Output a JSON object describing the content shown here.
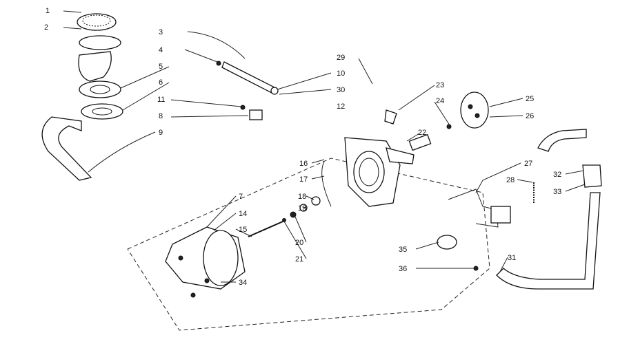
{
  "diagram": {
    "labels": [
      "1",
      "2",
      "3",
      "4",
      "5",
      "6",
      "11",
      "8",
      "9",
      "29",
      "10",
      "30",
      "12",
      "23",
      "24",
      "25",
      "26",
      "22",
      "16",
      "17",
      "18",
      "19",
      "20",
      "21",
      "7",
      "14",
      "15",
      "34",
      "27",
      "28",
      "32",
      "33",
      "35",
      "36",
      "31"
    ]
  }
}
